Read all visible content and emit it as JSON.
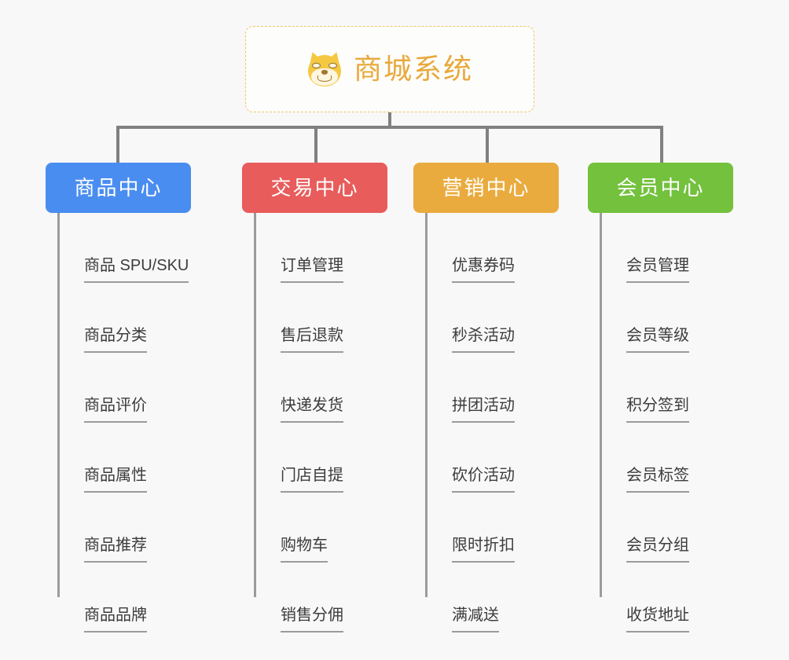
{
  "page": {
    "background_color": "#f8f8f8",
    "line_color": "#808080",
    "leaf_line_color": "#9b9b9b",
    "leaf_text_color": "#3c3c3c"
  },
  "root": {
    "title": "商城系统",
    "icon": "shiba-dog-icon",
    "text_color": "#e8a93c",
    "border_color": "#f0c46a",
    "background_color": "#fdfdfb"
  },
  "branches": [
    {
      "label": "商品中心",
      "color": "#4a8df0",
      "items": [
        "商品 SPU/SKU",
        "商品分类",
        "商品评价",
        "商品属性",
        "商品推荐",
        "商品品牌"
      ]
    },
    {
      "label": "交易中心",
      "color": "#e85c5c",
      "items": [
        "订单管理",
        "售后退款",
        "快递发货",
        "门店自提",
        "购物车",
        "销售分佣"
      ]
    },
    {
      "label": "营销中心",
      "color": "#eaab3e",
      "items": [
        "优惠券码",
        "秒杀活动",
        "拼团活动",
        "砍价活动",
        "限时折扣",
        "满减送"
      ]
    },
    {
      "label": "会员中心",
      "color": "#73c13d",
      "items": [
        "会员管理",
        "会员等级",
        "积分签到",
        "会员标签",
        "会员分组",
        "收货地址"
      ]
    }
  ]
}
